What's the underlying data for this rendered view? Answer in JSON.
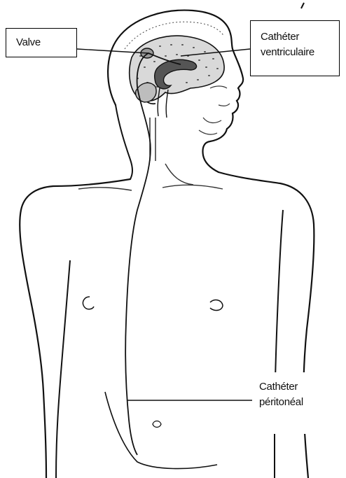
{
  "diagram": {
    "labels": {
      "valve": "Valve",
      "ventricular_catheter": [
        "Cathéter",
        "ventriculaire"
      ],
      "peritoneal_catheter": [
        "Cathéter",
        "péritonéal"
      ]
    },
    "colors": {
      "ink": "#111111",
      "background": "#ffffff",
      "stipple": "#8a8a8a"
    }
  }
}
